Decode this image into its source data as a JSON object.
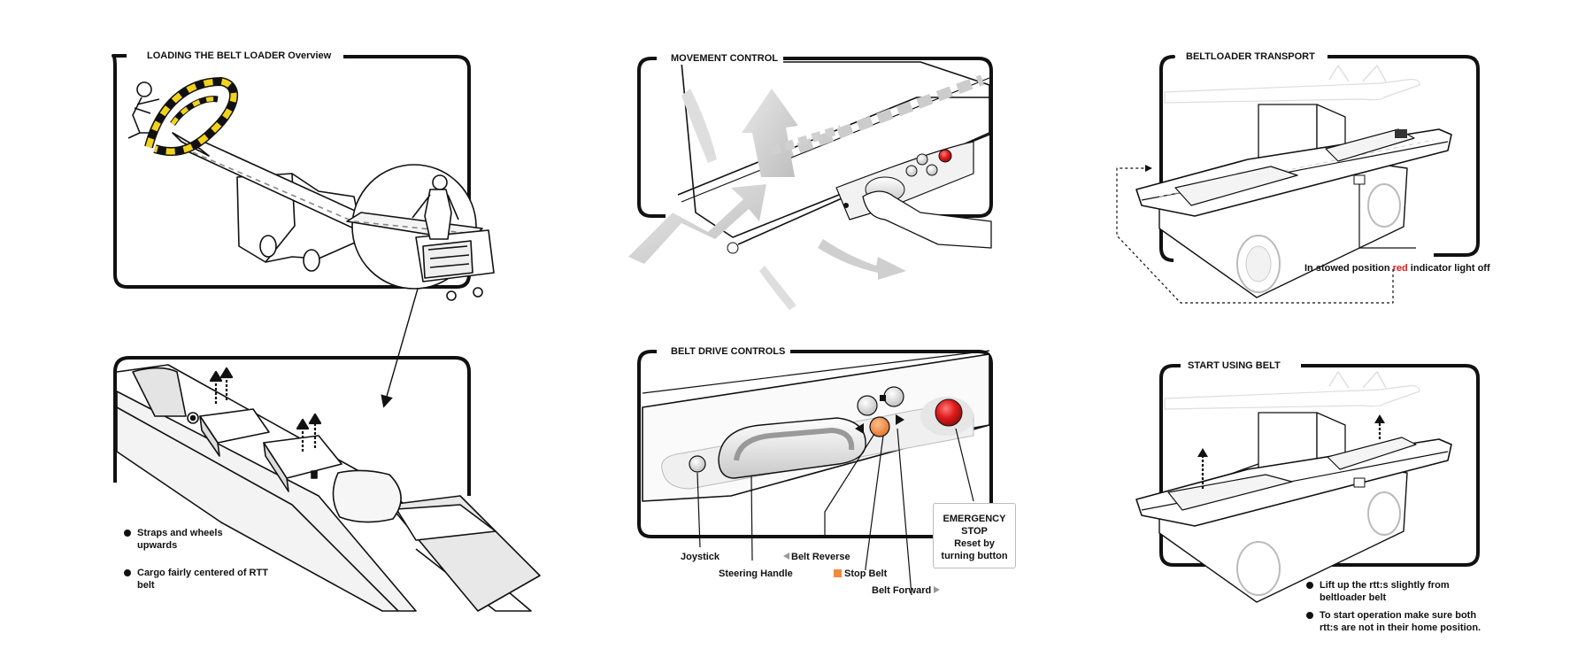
{
  "panels": {
    "overview": {
      "title": "LOADING THE BELT LOADER  Overview"
    },
    "detail": {
      "bullets": [
        "Straps and wheels upwards",
        "Cargo fairly centered of RTT belt"
      ]
    },
    "movement": {
      "title": "MOVEMENT CONTROL"
    },
    "belt_drive": {
      "title": "BELT DRIVE CONTROLS",
      "labels": {
        "joystick": "Joystick",
        "steering_handle": "Steering Handle",
        "belt_reverse": "Belt Reverse",
        "stop_belt": "Stop Belt",
        "belt_forward": "Belt Forward",
        "emergency_line1": "EMERGENCY",
        "emergency_line2": "STOP",
        "emergency_line3": "Reset by",
        "emergency_line4": "turning button"
      }
    },
    "transport": {
      "title": "BELTLOADER TRANSPORT",
      "caption_before": "In stowed position ",
      "caption_red": "red",
      "caption_after": " indicator light off"
    },
    "start": {
      "title": "START USING BELT",
      "bullets": [
        "Lift up the rtt:s slightly from beltloader belt",
        "To start operation make sure both rtt:s are not in their home position."
      ]
    }
  },
  "colors": {
    "frame": "#111111",
    "accent_yellow": "#f2d21b",
    "indicator_red": "#e01b1b",
    "stop_orange": "#f08a3c",
    "arrow_grey": "#cfcfcf"
  }
}
